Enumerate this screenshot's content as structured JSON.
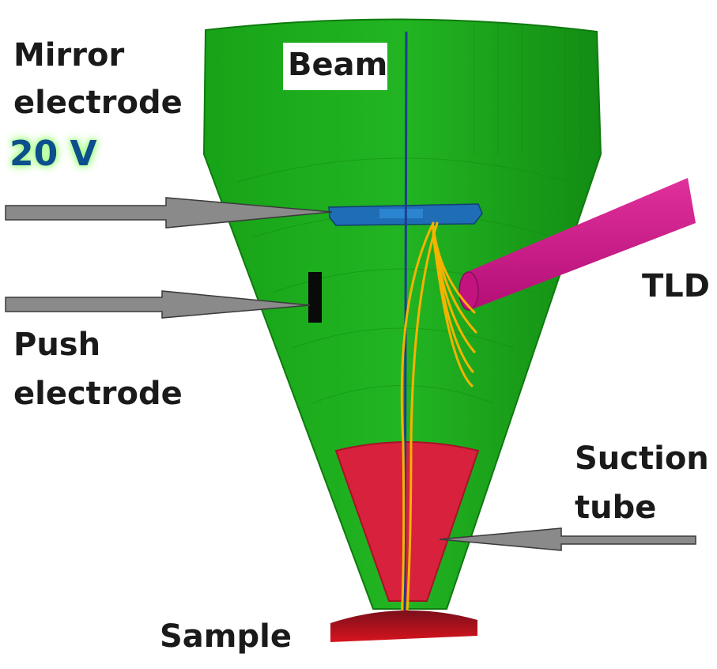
{
  "labels": {
    "beam": "Beam",
    "mirror_line1": "Mirror",
    "mirror_line2": "electrode",
    "mirror_voltage": "20 V",
    "push_line1": "Push",
    "push_line2": "electrode",
    "tld": "TLD",
    "suction_line1": "Suction",
    "suction_line2": "tube",
    "sample": "Sample"
  },
  "colors": {
    "cone_green": "#1fae1f",
    "cone_dark_green": "#158a15",
    "suction_red": "#d8213c",
    "tld_magenta": "#d6148c",
    "beam_blue": "#1c3f8f",
    "electrode_blue": "#1f6db5",
    "trajectory_orange": "#f5b300",
    "arrow_gray": "#8a8a8a",
    "sample_red": "#cc1020"
  }
}
